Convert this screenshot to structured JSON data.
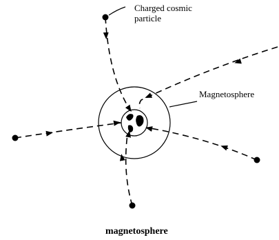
{
  "labels": {
    "charged_particle_line1": "Charged cosmic",
    "charged_particle_line2": "particle",
    "magnetosphere_label": "Magnetosphere",
    "caption": "magnetosphere"
  },
  "colors": {
    "ink": "#000000",
    "background": "#ffffff"
  }
}
